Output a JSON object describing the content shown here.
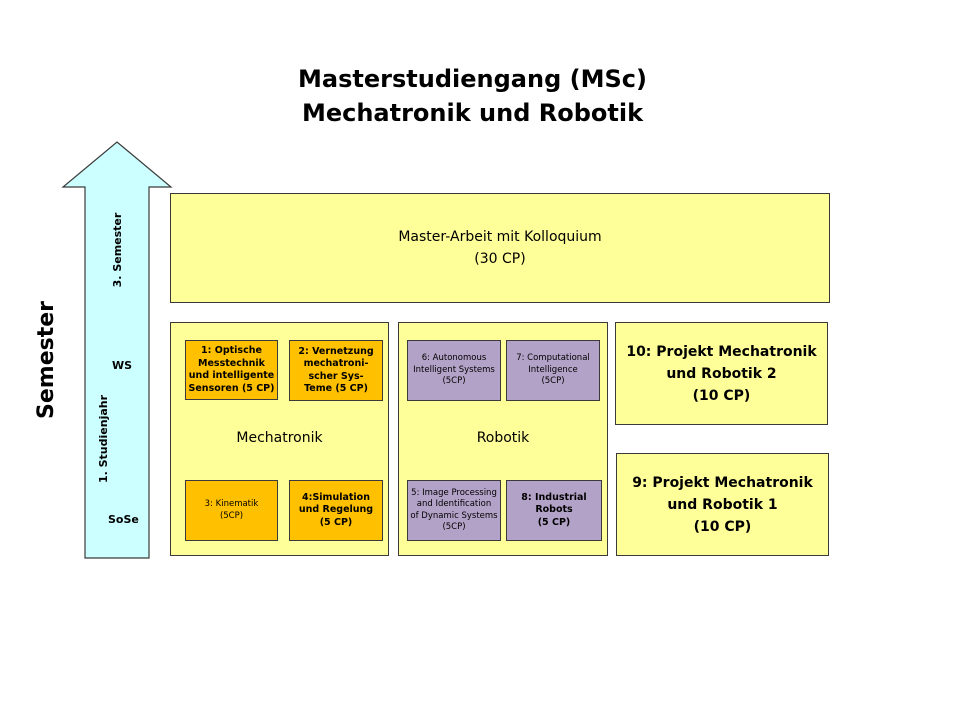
{
  "title": {
    "line1": "Masterstudiengang (MSc)",
    "line2": "Mechatronik und Robotik"
  },
  "axis": {
    "semester": "Semester",
    "year1": "1. Studienjahr",
    "sem3": "3. Semester",
    "ws": "WS",
    "sose": "SoSe"
  },
  "master": {
    "line1": "Master-Arbeit mit Kolloquium",
    "line2": "(30 CP)"
  },
  "mechatronik": {
    "label": "Mechatronik",
    "m1": [
      "1: Optische",
      "Messtechnik",
      "und intelligente",
      "Sensoren (5 CP)"
    ],
    "m2": [
      "2: Vernetzung",
      "mechatroni-",
      "scher Sys-",
      "Teme (5 CP)"
    ],
    "m3": [
      "3: Kinematik",
      "(5CP)"
    ],
    "m4": [
      "4:Simulation",
      "und Regelung",
      "(5 CP)"
    ]
  },
  "robotik": {
    "label": "Robotik",
    "m6": [
      "6: Autonomous",
      "Intelligent Systems",
      "(5CP)"
    ],
    "m7": [
      "7: Computational",
      "Intelligence",
      "(5CP)"
    ],
    "m5": [
      "5: Image Processing",
      "and Identification",
      "of Dynamic Systems",
      "(5CP)"
    ],
    "m8": [
      "8: Industrial",
      "Robots",
      "(5 CP)"
    ]
  },
  "projekt2": [
    "10: Projekt Mechatronik",
    "und Robotik 2",
    "(10 CP)"
  ],
  "projekt1": [
    "9: Projekt Mechatronik",
    "und Robotik 1",
    "(10 CP)"
  ],
  "colors": {
    "arrow": "#ccffff",
    "frame": "#ffff99",
    "mechatronik_module": "#ffc000",
    "robotik_module": "#b3a2c7"
  }
}
